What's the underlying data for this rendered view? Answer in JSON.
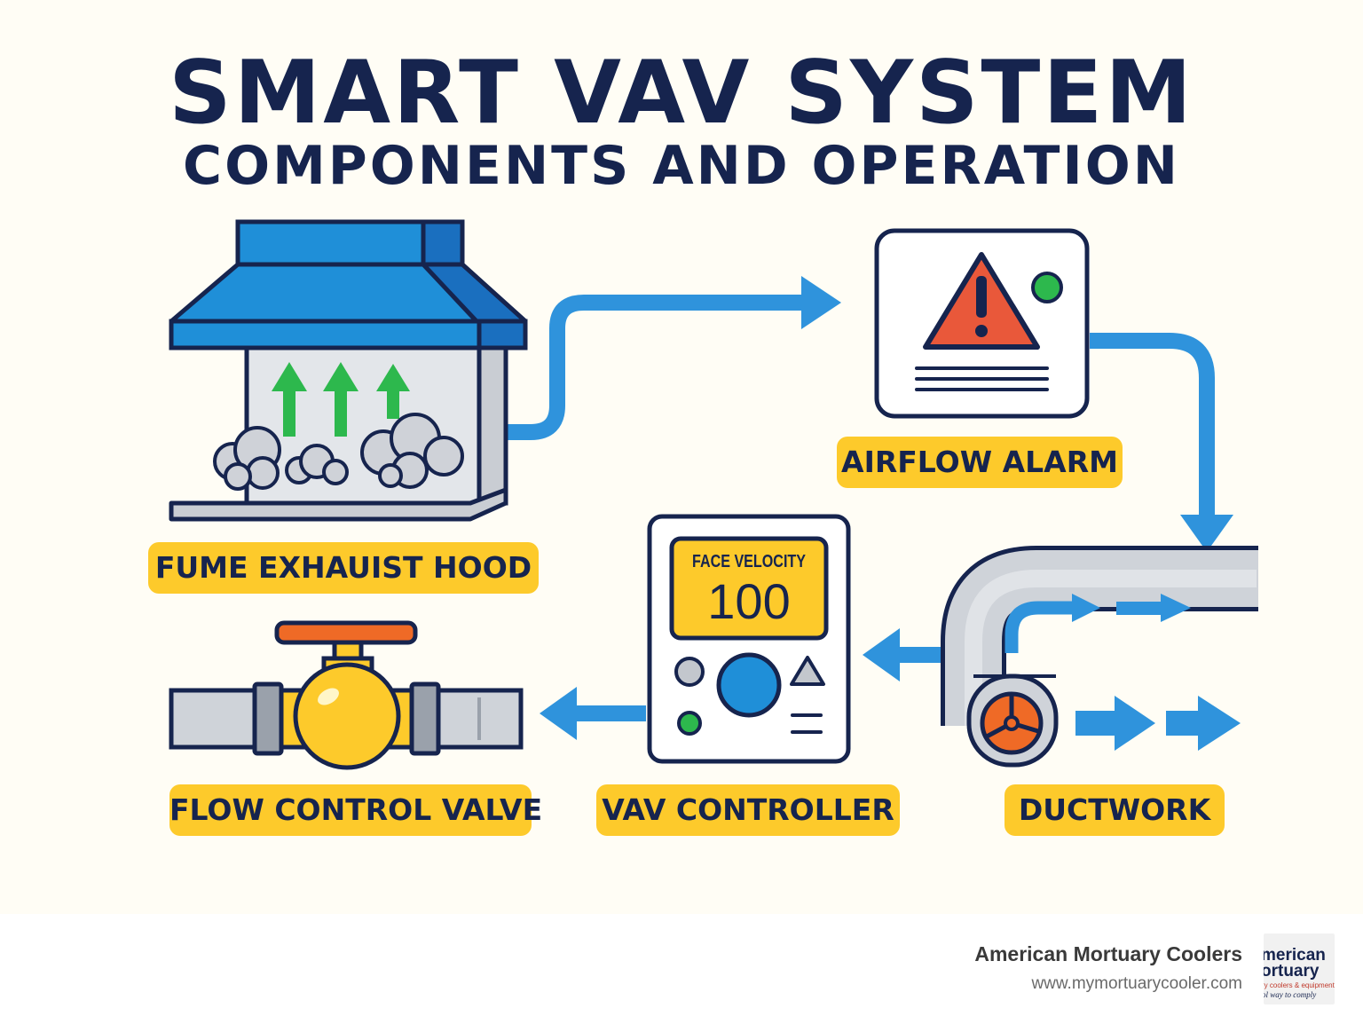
{
  "title": "SMART VAV SYSTEM",
  "subtitle": "COMPONENTS AND OPERATION",
  "components": {
    "fume_hood": "FUME EXHAUIST HOOD",
    "airflow_alarm": "AIRFLOW ALARM",
    "ductwork": "DUCTWORK",
    "vav_controller": "VAV CONTROLLER",
    "flow_valve": "FLOW CONTROL VALVE"
  },
  "controller_display": {
    "label": "FACE VELOCITY",
    "value": "100"
  },
  "footer": {
    "brand": "American Mortuary Coolers",
    "url": "www.mymortuarycooler.com",
    "logo_lines": [
      "merican",
      "ortuary",
      "ry coolers & equipment",
      "ol way to comply"
    ]
  },
  "colors": {
    "navy": "#16244e",
    "flow_blue": "#2f93dc",
    "label_yellow": "#fdca2b",
    "alarm_orange": "#e9583a",
    "indicator_green": "#2db84d",
    "background": "#fffdf5"
  },
  "icons": [
    "fume-hood-icon",
    "warning-icon",
    "ductwork-icon",
    "fan-icon",
    "controller-icon",
    "valve-icon"
  ]
}
